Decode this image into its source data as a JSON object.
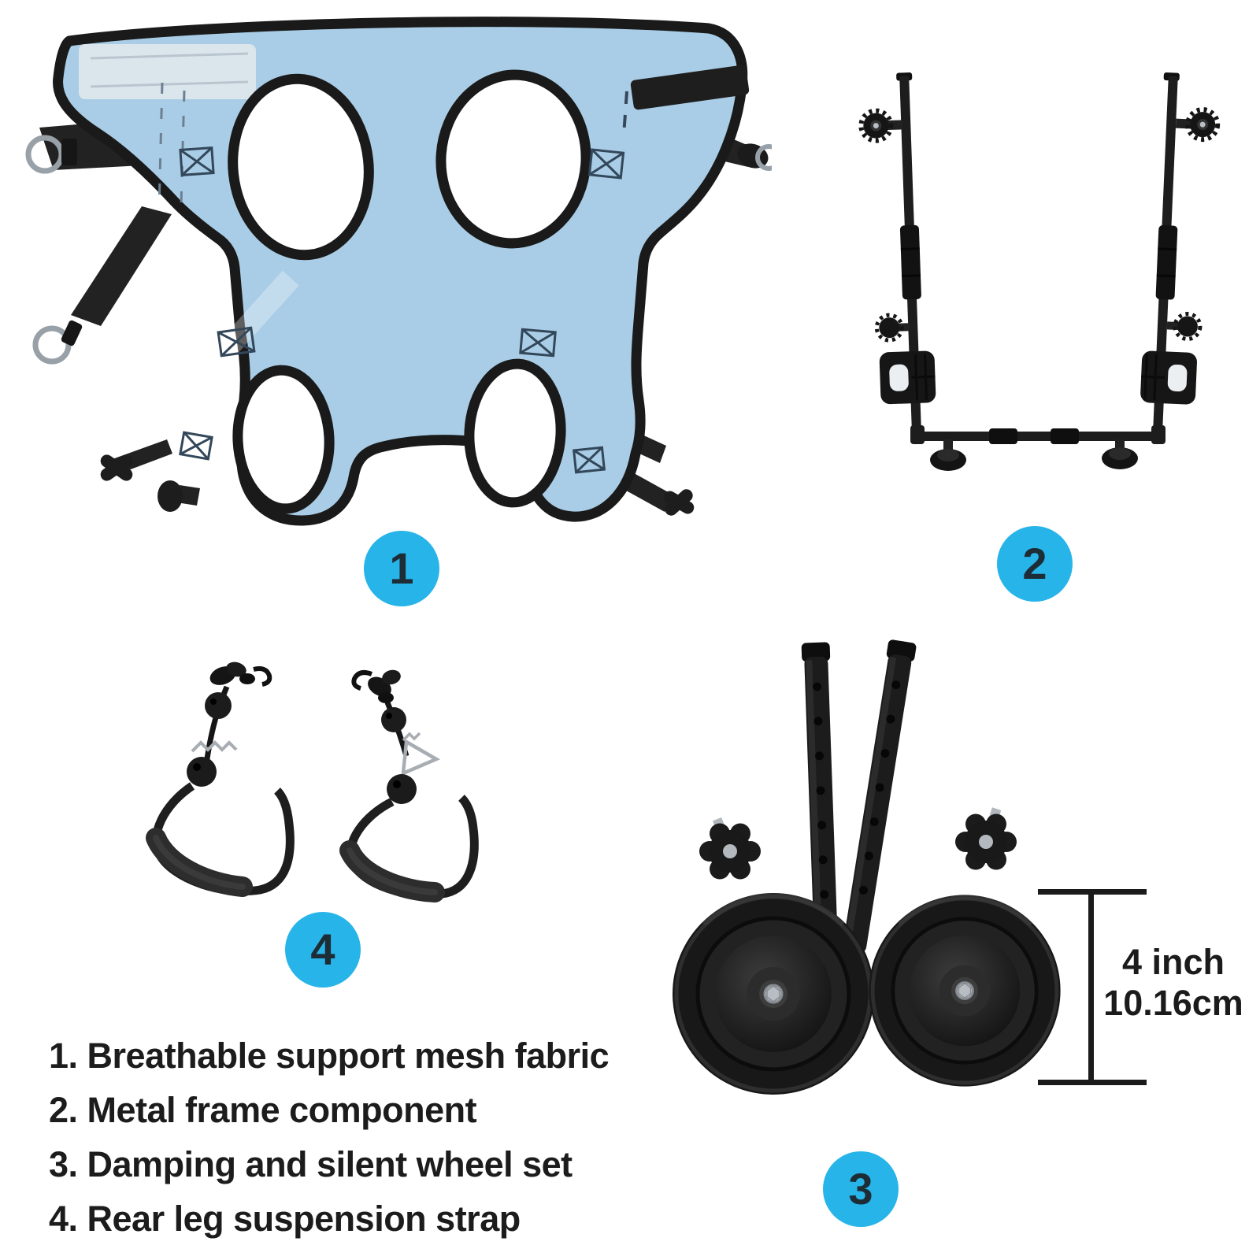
{
  "colors": {
    "background": "#ffffff",
    "badge_fill": "#27b4e9",
    "badge_number": "#1d2c35",
    "vest_fabric": "#a9cde6",
    "trim_black": "#1a1a1a",
    "legend_text": "#1c1c1c",
    "metal_silver": "#a7adb3"
  },
  "badges": [
    {
      "number": "1"
    },
    {
      "number": "2"
    },
    {
      "number": "3"
    },
    {
      "number": "4"
    }
  ],
  "legend": {
    "items": [
      "1. Breathable support mesh fabric",
      "2. Metal frame component",
      "3. Damping and silent wheel set",
      "4. Rear leg suspension strap"
    ]
  },
  "measurement": {
    "inches": "4 inch",
    "centimeters": "10.16cm"
  }
}
